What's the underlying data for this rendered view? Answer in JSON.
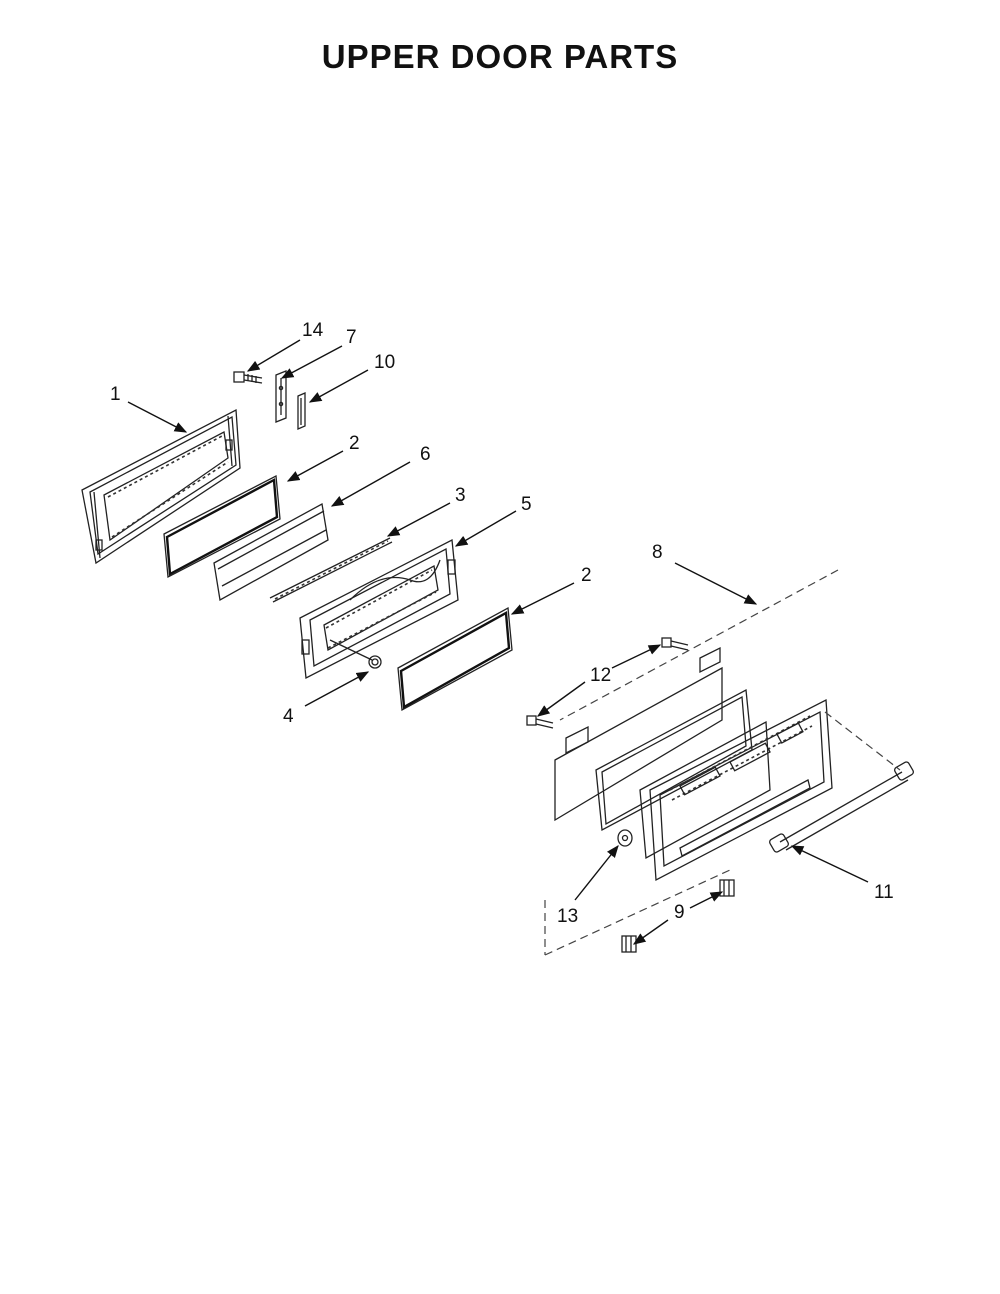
{
  "title": "UPPER DOOR PARTS",
  "callouts": {
    "c1": "1",
    "c2a": "2",
    "c2b": "2",
    "c3": "3",
    "c4": "4",
    "c5": "5",
    "c6": "6",
    "c7": "7",
    "c8": "8",
    "c9": "9",
    "c10": "10",
    "c11": "11",
    "c12": "12",
    "c13": "13",
    "c14": "14"
  }
}
